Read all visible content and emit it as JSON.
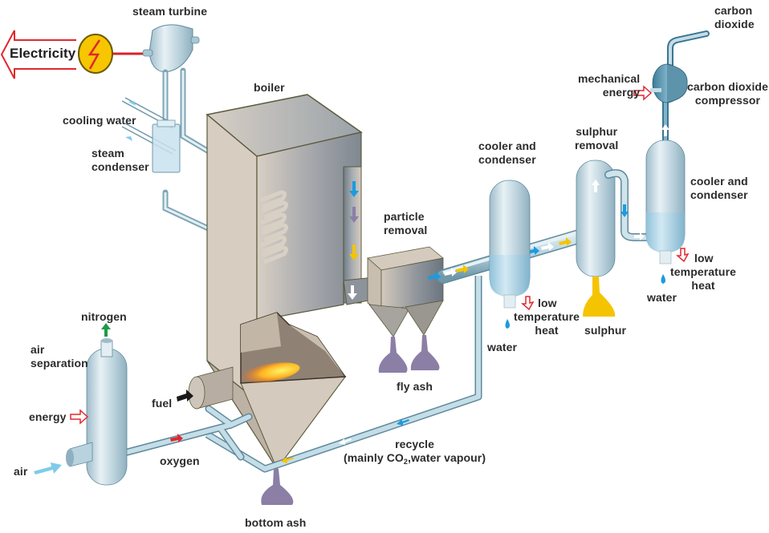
{
  "diagram": {
    "title": "Oxy-fuel combustion carbon capture process",
    "components": {
      "steam_turbine": "steam turbine",
      "electricity": "Electricity",
      "cooling_water": "cooling water",
      "steam_condenser": [
        "steam",
        "condenser"
      ],
      "boiler": "boiler",
      "particle_removal": [
        "particle",
        "removal"
      ],
      "fly_ash": "fly ash",
      "cooler_condenser_1": [
        "cooler and",
        "condenser"
      ],
      "sulphur_removal": [
        "sulphur",
        "removal"
      ],
      "sulphur": "sulphur",
      "mechanical_energy": [
        "mechanical",
        "energy"
      ],
      "co2_compressor": [
        "carbon dioxide",
        "compressor"
      ],
      "carbon_dioxide": [
        "carbon",
        "dioxide"
      ],
      "cooler_condenser_2": [
        "cooler and",
        "condenser"
      ],
      "low_temp_heat_1": [
        "low",
        "temperature",
        "heat"
      ],
      "water_1": "water",
      "low_temp_heat_2": [
        "low",
        "temperature",
        "heat"
      ],
      "water_2": "water",
      "nitrogen": "nitrogen",
      "air_separation": [
        "air",
        "separation"
      ],
      "energy": "energy",
      "air": "air",
      "fuel": "fuel",
      "oxygen": "oxygen",
      "recycle": [
        "recycle",
        "(mainly CO",
        "2",
        ",water vapour)"
      ],
      "bottom_ash": "bottom ash"
    },
    "colors": {
      "pipe": "#bcd6e0",
      "pipe_edge": "#5f8a9c",
      "vessel": "#c9dbe4",
      "boiler": "#c9bfb2",
      "boiler_edge": "#5b5a3c",
      "ash": "#8b7fa6",
      "sulphur": "#f5c400",
      "energy_arrow": "#e0282e",
      "nitrogen_arrow": "#1f9a4a",
      "air_arrow": "#7fcbea",
      "water_drop": "#1a9be0",
      "flame": "#ff7a1a",
      "generator": "#f7c600"
    }
  }
}
